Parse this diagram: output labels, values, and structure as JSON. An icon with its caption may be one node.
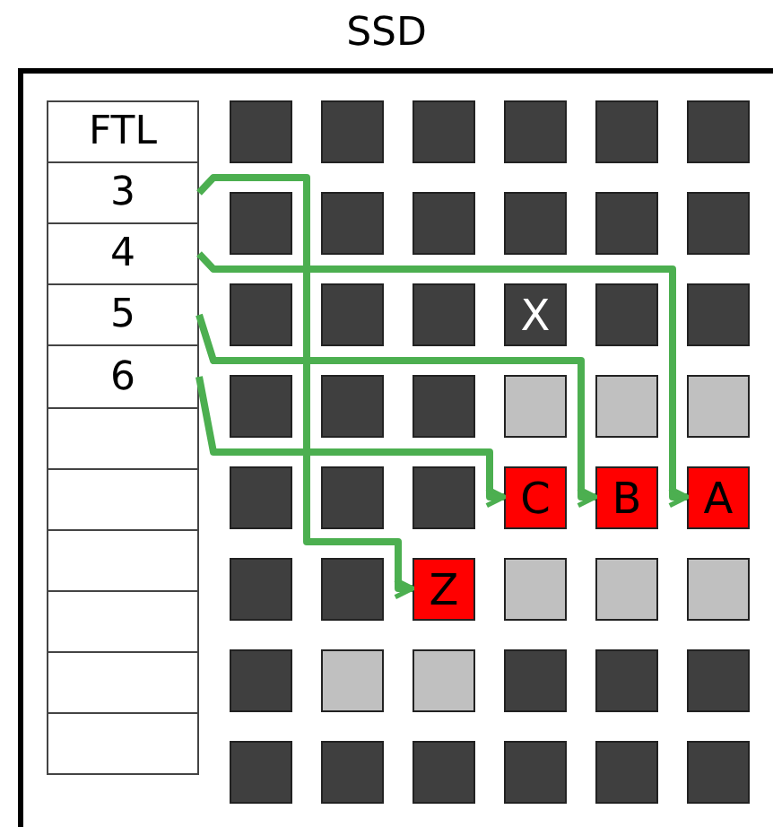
{
  "diagram": {
    "nodes": [
      {
        "text": [
          "SSD"
        ]
      },
      {
        "text": [
          "FTL"
        ],
        "in": 0
      },
      {
        "text": [
          "3"
        ],
        "in": 0
      },
      {
        "text": [
          "4"
        ],
        "in": 0
      },
      {
        "text": [
          "5"
        ],
        "in": 0
      },
      {
        "text": [
          "6"
        ],
        "in": 0
      },
      {
        "text": [],
        "shape": "box",
        "in": 0
      },
      {
        "text": [],
        "shape": "box",
        "in": 0
      },
      {
        "text": [],
        "shape": "box",
        "in": 0
      },
      {
        "text": [],
        "shape": "box",
        "in": 0
      },
      {
        "text": [],
        "shape": "box",
        "in": 0
      },
      {
        "text": [],
        "shape": "box",
        "in": 0
      },
      {
        "text": [],
        "shape": "box",
        "in": 0
      },
      {
        "text": [],
        "shape": "box",
        "in": 0
      },
      {
        "text": [],
        "shape": "box",
        "in": 0
      },
      {
        "text": [],
        "shape": "box",
        "in": 0
      },
      {
        "text": [],
        "shape": "box",
        "in": 0
      },
      {
        "text": [],
        "shape": "box",
        "in": 0
      },
      {
        "text": [],
        "shape": "box",
        "in": 0
      },
      {
        "text": [],
        "shape": "box",
        "in": 0
      },
      {
        "text": [],
        "shape": "box",
        "in": 0
      },
      {
        "text": [],
        "shape": "box",
        "in": 0
      },
      {
        "text": [],
        "shape": "box",
        "in": 0
      },
      {
        "text": [],
        "shape": "box",
        "in": 0
      },
      {
        "text": [],
        "shape": "box",
        "in": 0
      },
      {
        "text": [],
        "shape": "box",
        "in": 0
      },
      {
        "text": [],
        "shape": "box",
        "in": 0
      },
      {
        "text": [
          "X"
        ],
        "in": 0
      },
      {
        "text": [],
        "shape": "box",
        "in": 0
      },
      {
        "text": [],
        "shape": "box",
        "in": 0
      },
      {
        "text": [],
        "shape": "box",
        "in": 0
      },
      {
        "text": [],
        "shape": "box",
        "in": 0
      },
      {
        "text": [],
        "shape": "box",
        "in": 0
      },
      {
        "text": [],
        "shape": "box",
        "in": 0
      },
      {
        "text": [],
        "shape": "box",
        "in": 0
      },
      {
        "text": [],
        "shape": "box",
        "in": 0
      },
      {
        "text": [],
        "shape": "box",
        "in": 0
      },
      {
        "text": [],
        "shape": "box",
        "in": 0
      },
      {
        "text": [],
        "shape": "box",
        "in": 0
      },
      {
        "text": [
          "C"
        ],
        "in": 0
      },
      {
        "text": [
          "B"
        ],
        "in": 0
      },
      {
        "text": [
          "A"
        ],
        "in": 0
      },
      {
        "text": [],
        "shape": "box",
        "in": 0
      },
      {
        "text": [],
        "shape": "box",
        "in": 0
      },
      {
        "text": [
          "Z"
        ],
        "in": 0
      },
      {
        "text": [],
        "shape": "box",
        "in": 0
      },
      {
        "text": [],
        "shape": "box",
        "in": 0
      },
      {
        "text": [],
        "shape": "box",
        "in": 0
      },
      {
        "text": [],
        "shape": "box",
        "in": 0
      },
      {
        "text": [],
        "shape": "box",
        "in": 0
      },
      {
        "text": [],
        "shape": "box",
        "in": 0
      },
      {
        "text": [],
        "shape": "box",
        "in": 0
      },
      {
        "text": [],
        "shape": "box",
        "in": 0
      },
      {
        "text": [],
        "shape": "box",
        "in": 0
      },
      {
        "text": [],
        "shape": "box",
        "in": 0
      },
      {
        "text": [],
        "shape": "box",
        "in": 0
      },
      {
        "text": [],
        "shape": "box",
        "in": 0
      },
      {
        "text": [],
        "shape": "box",
        "in": 0
      },
      {
        "text": [],
        "shape": "box",
        "in": 0
      },
      {
        "text": [],
        "shape": "box",
        "in": 0
      }
    ],
    "edges": [
      {
        "from": 2,
        "to": 44,
        "arrow": "to"
      },
      {
        "from": 3,
        "to": 41,
        "arrow": "to"
      },
      {
        "from": 4,
        "to": 40,
        "arrow": "to"
      },
      {
        "from": 5,
        "to": 39,
        "arrow": "to"
      }
    ]
  }
}
